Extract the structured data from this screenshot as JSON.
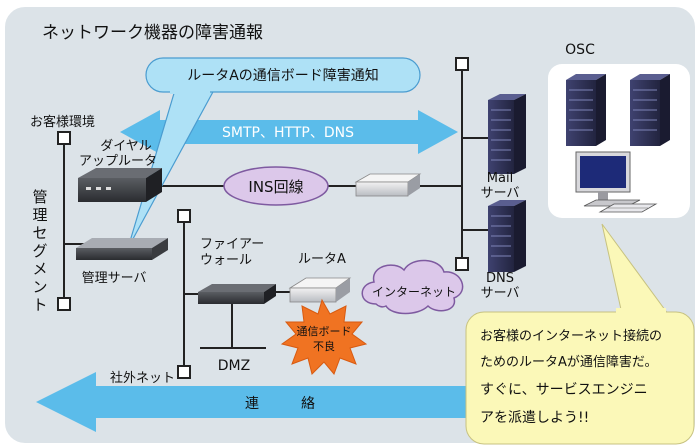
{
  "title": "ネットワーク機器の障害通報",
  "osc_label": "OSC",
  "callout": "ルータAの通信ボード障害通知",
  "protocols": "SMTP、HTTP、DNS",
  "customer_env_label": "お客様環境",
  "dialup_router_label": [
    "ダイヤル",
    "アップルータ"
  ],
  "ins_label": "INS回線",
  "mgmt_segment_label": [
    "管",
    "理",
    "セ",
    "グ",
    "メ",
    "ン",
    "ト"
  ],
  "mgmt_server_label": "管理サーバ",
  "firewall_label": [
    "ファイアー",
    "ウォール"
  ],
  "router_a_label": "ルータA",
  "internet_label": "インターネット",
  "fault_label": [
    "通信ボード",
    "不良"
  ],
  "dmz_label": "DMZ",
  "outside_net_label": "社外ネット",
  "mail_server_label": [
    "Mail",
    "サーバ"
  ],
  "dns_server_label": [
    "DNS",
    "サーバ"
  ],
  "contact_label": "連　　　絡",
  "note_lines": [
    "お客様のインターネット接続の",
    "ためのルータAが通信障害だ。",
    "すぐに、サービスエンジニ",
    "アを派遣しよう!!"
  ],
  "colors": {
    "background": "#dce3e8",
    "arrow": "#5bbcea",
    "callout_fill": "#aee1f6",
    "ellipse_fill": "#dcc8ea",
    "note_fill": "#fbf8b8",
    "burst_fill": "#f07322",
    "server_dark": "#2d2f52"
  },
  "icons": [
    "server-rack-icon",
    "workstation-icon",
    "router-icon",
    "firewall-icon",
    "modem-icon",
    "cloud-icon",
    "burst-icon",
    "server-unit-icon"
  ]
}
